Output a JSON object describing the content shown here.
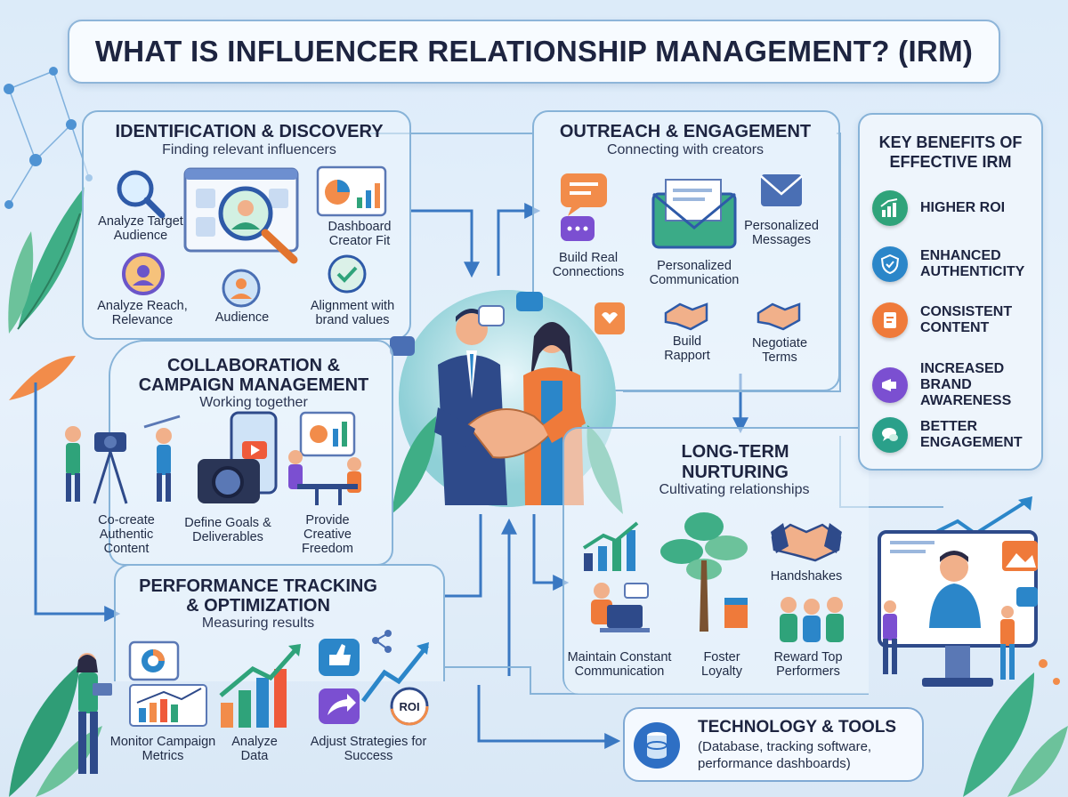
{
  "title": "WHAT IS INFLUENCER RELATIONSHIP MANAGEMENT? (IRM)",
  "identification": {
    "title": "IDENTIFICATION & DISCOVERY",
    "subtitle": "Finding relevant influencers",
    "items": [
      "Analyze Target Audience",
      "Dashboard Creator Fit",
      "Analyze Reach, Relevance",
      "Audience",
      "Alignment with brand values"
    ]
  },
  "outreach": {
    "title": "OUTREACH & ENGAGEMENT",
    "subtitle": "Connecting with creators",
    "items": [
      "Build Real Connections",
      "Personalized Communication",
      "Personalized Messages",
      "Build Rapport",
      "Negotiate Terms"
    ]
  },
  "collaboration": {
    "title_line1": "COLLABORATION &",
    "title_line2": "CAMPAIGN MANAGEMENT",
    "subtitle": "Working together",
    "items": [
      "Co-create Authentic Content",
      "Define Goals & Deliverables",
      "Provide Creative Freedom"
    ]
  },
  "nurturing": {
    "title_line1": "LONG-TERM",
    "title_line2": "NURTURING",
    "subtitle": "Cultivating relationships",
    "items": [
      "Maintain Constant Communication",
      "Foster Loyalty",
      "Reward Top Performers",
      "Handshakes"
    ]
  },
  "performance": {
    "title_line1": "PERFORMANCE TRACKING",
    "title_line2": "& OPTIMIZATION",
    "subtitle": "Measuring results",
    "items": [
      "Monitor Campaign Metrics",
      "Analyze Data",
      "Adjust Strategies for Success"
    ],
    "roi_badge": "ROI"
  },
  "benefits": {
    "title_line1": "KEY BENEFITS OF",
    "title_line2": "EFFECTIVE IRM",
    "items": [
      {
        "label": "HIGHER ROI",
        "icon": "chart-up-icon",
        "color": "#2fa37a"
      },
      {
        "label": "ENHANCED AUTHENTICITY",
        "icon": "shield-check-icon",
        "color": "#2b86c9"
      },
      {
        "label": "CONSISTENT CONTENT",
        "icon": "notepad-icon",
        "color": "#ef7a3a"
      },
      {
        "label": "INCREASED BRAND AWARENESS",
        "icon": "megaphone-icon",
        "color": "#7b4fd1"
      },
      {
        "label": "BETTER ENGAGEMENT",
        "icon": "chat-bubbles-icon",
        "color": "#2aa08a"
      }
    ]
  },
  "technology": {
    "title": "TECHNOLOGY & TOOLS",
    "subtitle_line1": "(Database, tracking software,",
    "subtitle_line2": "performance dashboards)"
  },
  "colors": {
    "border": "#87b3d8",
    "arrow": "#3a78c2",
    "accent_orange": "#ef7a3a",
    "accent_green": "#2fa37a"
  }
}
